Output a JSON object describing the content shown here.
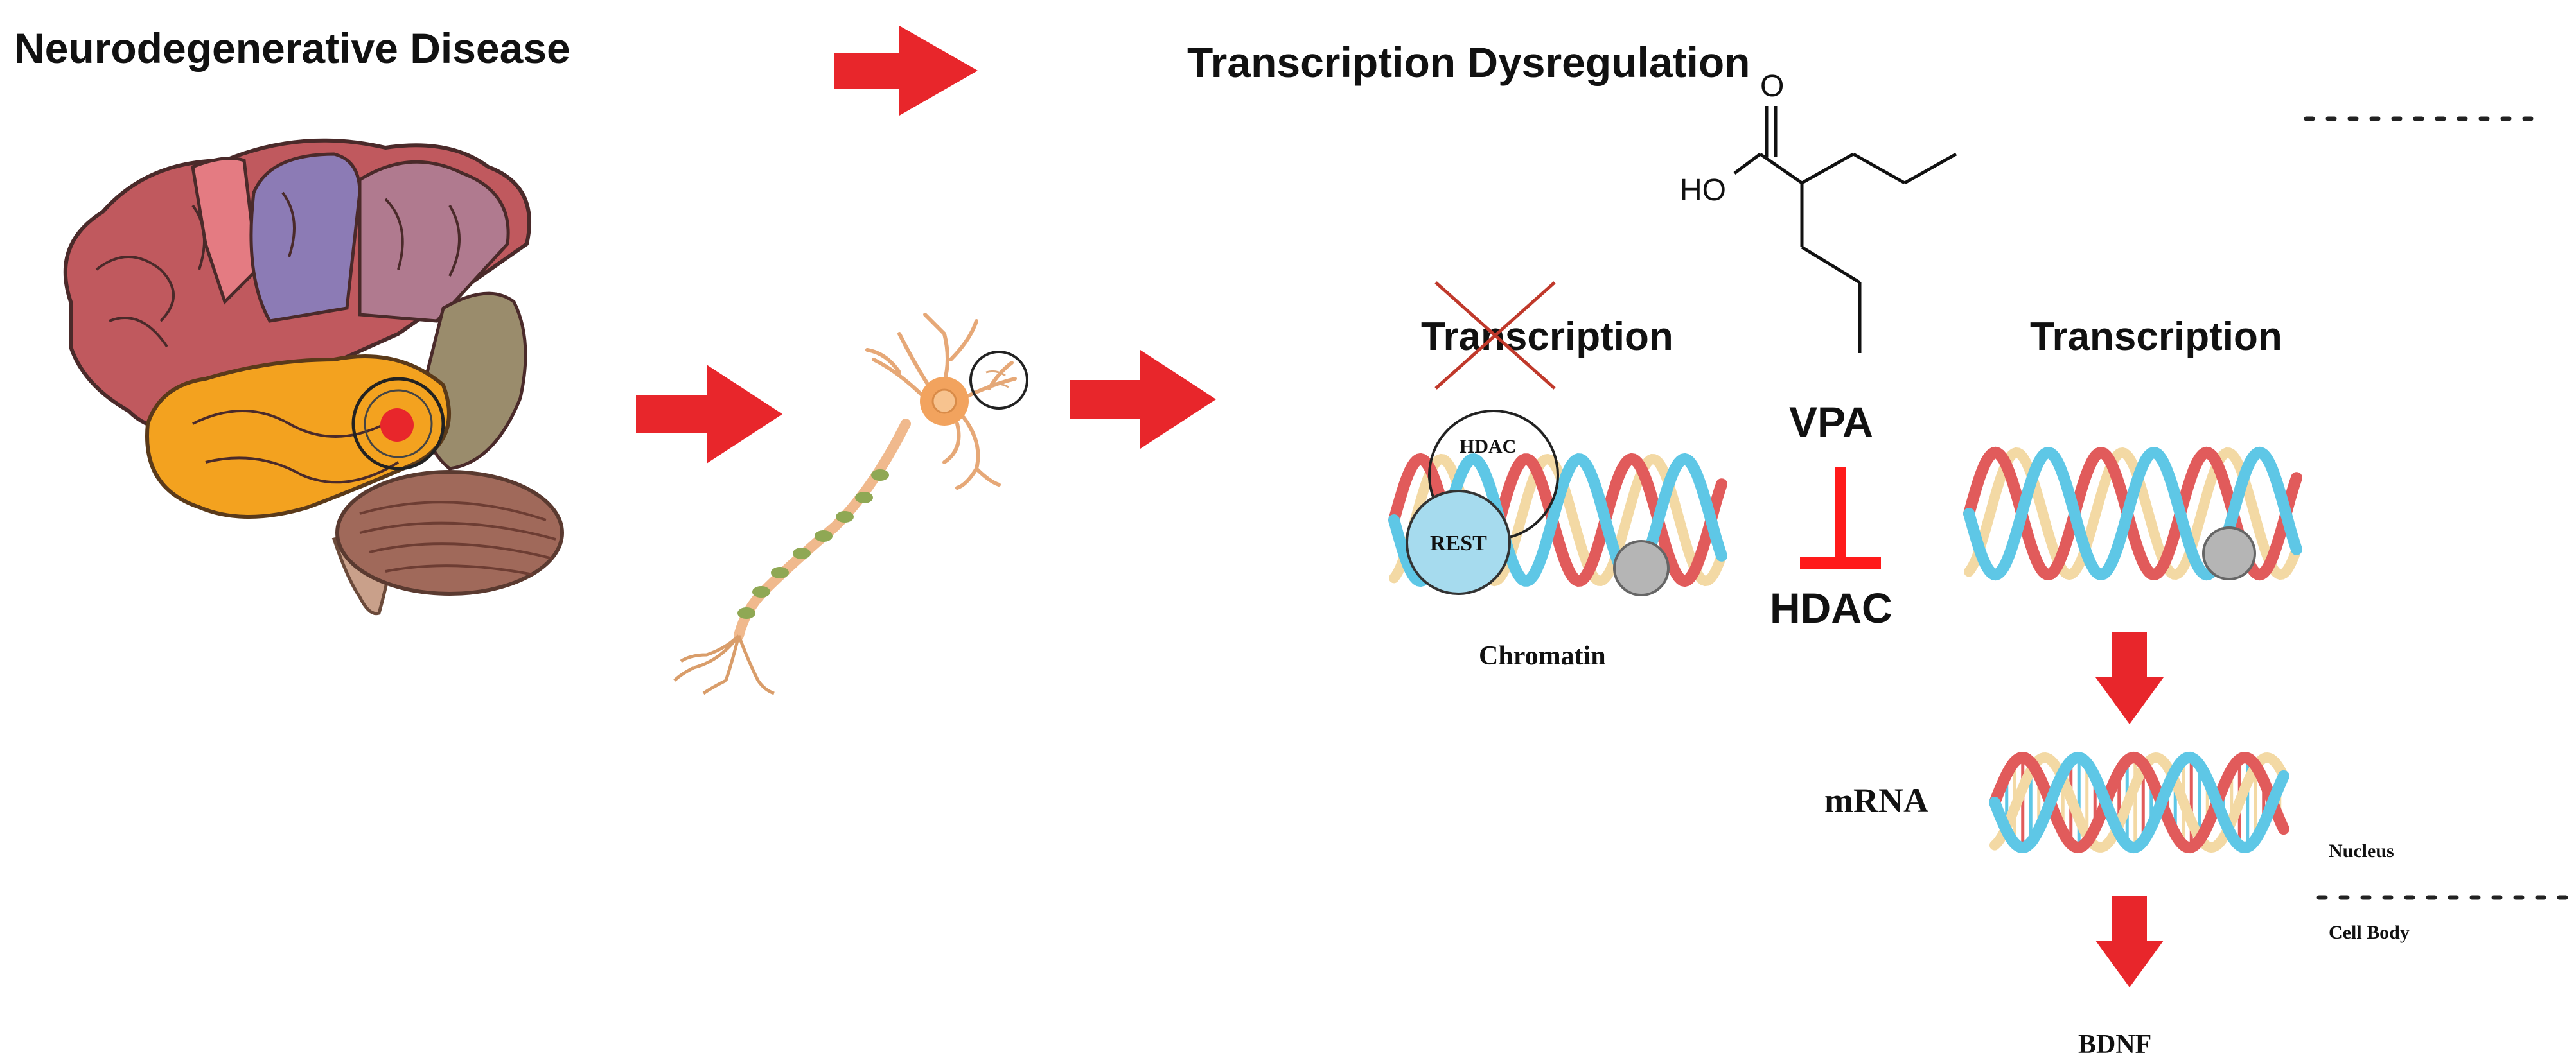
{
  "labels": {
    "title_left": "Neurodegenerative Disease",
    "title_right": "Transcription Dysregulation",
    "transcription_blocked": "Transcription",
    "transcription_active": "Transcription",
    "hdac_circle": "HDAC",
    "rest": "REST",
    "chromatin": "Chromatin",
    "vpa": "VPA",
    "hdac": "HDAC",
    "hydroxyl": "HO",
    "carbonyl_o": "O",
    "mrna": "mRNA",
    "nucleus": "Nucleus",
    "cell_body": "Cell Body",
    "bdnf": "BDNF"
  },
  "colors": {
    "arrow_red": "#e8262b",
    "inhibit_red": "#ff1a1a",
    "dna_red": "#e15b5b",
    "dna_blue": "#5ec7e6",
    "dna_cream": "#f3d9a4",
    "rest_fill": "#a6dbee",
    "histone_gray": "#b5b5b5",
    "brain_red": "#c0595e",
    "brain_orange": "#f3a21f",
    "brain_purple": "#8c7bb5",
    "brain_tan": "#9a8c6c",
    "cerebellum": "#a0695a",
    "neuron_soma": "#f2a35e"
  },
  "icons": {
    "brain": "brain-illustration-icon",
    "neuron": "neuron-illustration-icon",
    "molecule": "valproic-acid-structure-icon"
  }
}
